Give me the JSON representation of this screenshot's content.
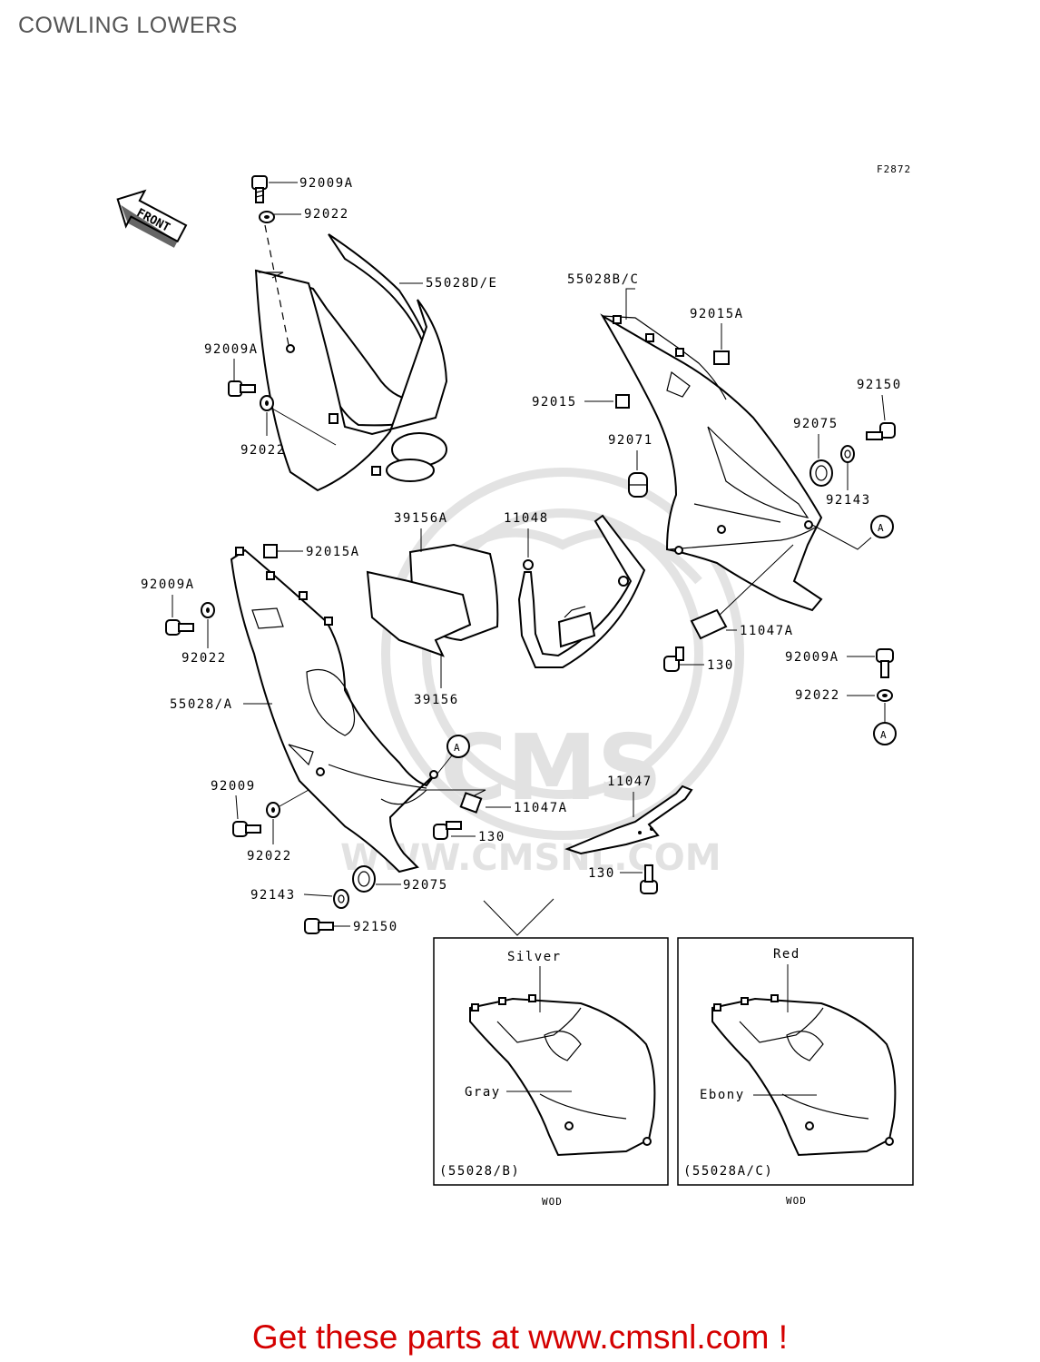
{
  "title": "COWLING LOWERS",
  "figure_code": "F2872",
  "front_label": "FRONT",
  "callouts": {
    "p92009A_top": "92009A",
    "p92022_top": "92022",
    "p55028DE": "55028D/E",
    "p55028BC": "55028B/C",
    "p92015A_right": "92015A",
    "p92009A_mid": "92009A",
    "p92022_mid": "92022",
    "p92015": "92015",
    "p92150_right": "92150",
    "p92071": "92071",
    "p92075_right": "92075",
    "p92143_right": "92143",
    "refA_right": "A",
    "p39156A": "39156A",
    "p11048": "11048",
    "p92015A_left": "92015A",
    "p92009A_left": "92009A",
    "p92022_left": "92022",
    "p11047A_right": "11047A",
    "p130_right": "130",
    "p92009A_right": "92009A",
    "p92022_right": "92022",
    "refA_right2": "A",
    "p39156": "39156",
    "p55028A": "55028/A",
    "refA_left": "A",
    "p92009": "92009",
    "p11047A_left": "11047A",
    "p11047": "11047",
    "p130_mid": "130",
    "p92022_bottom": "92022",
    "p130_bottom": "130",
    "p92143_bottom": "92143",
    "p92075_bottom": "92075",
    "p92150_bottom": "92150"
  },
  "variants": [
    {
      "color_top": "Silver",
      "color_body": "Gray",
      "part": "(55028/B)",
      "note": "WOD"
    },
    {
      "color_top": "Red",
      "color_body": "Ebony",
      "part": "(55028A/C)",
      "note": "WOD"
    }
  ],
  "watermark": {
    "logo": "CMS",
    "url": "WWW.CMSNL.COM"
  },
  "footer_cta": "Get these parts at www.cmsnl.com !"
}
